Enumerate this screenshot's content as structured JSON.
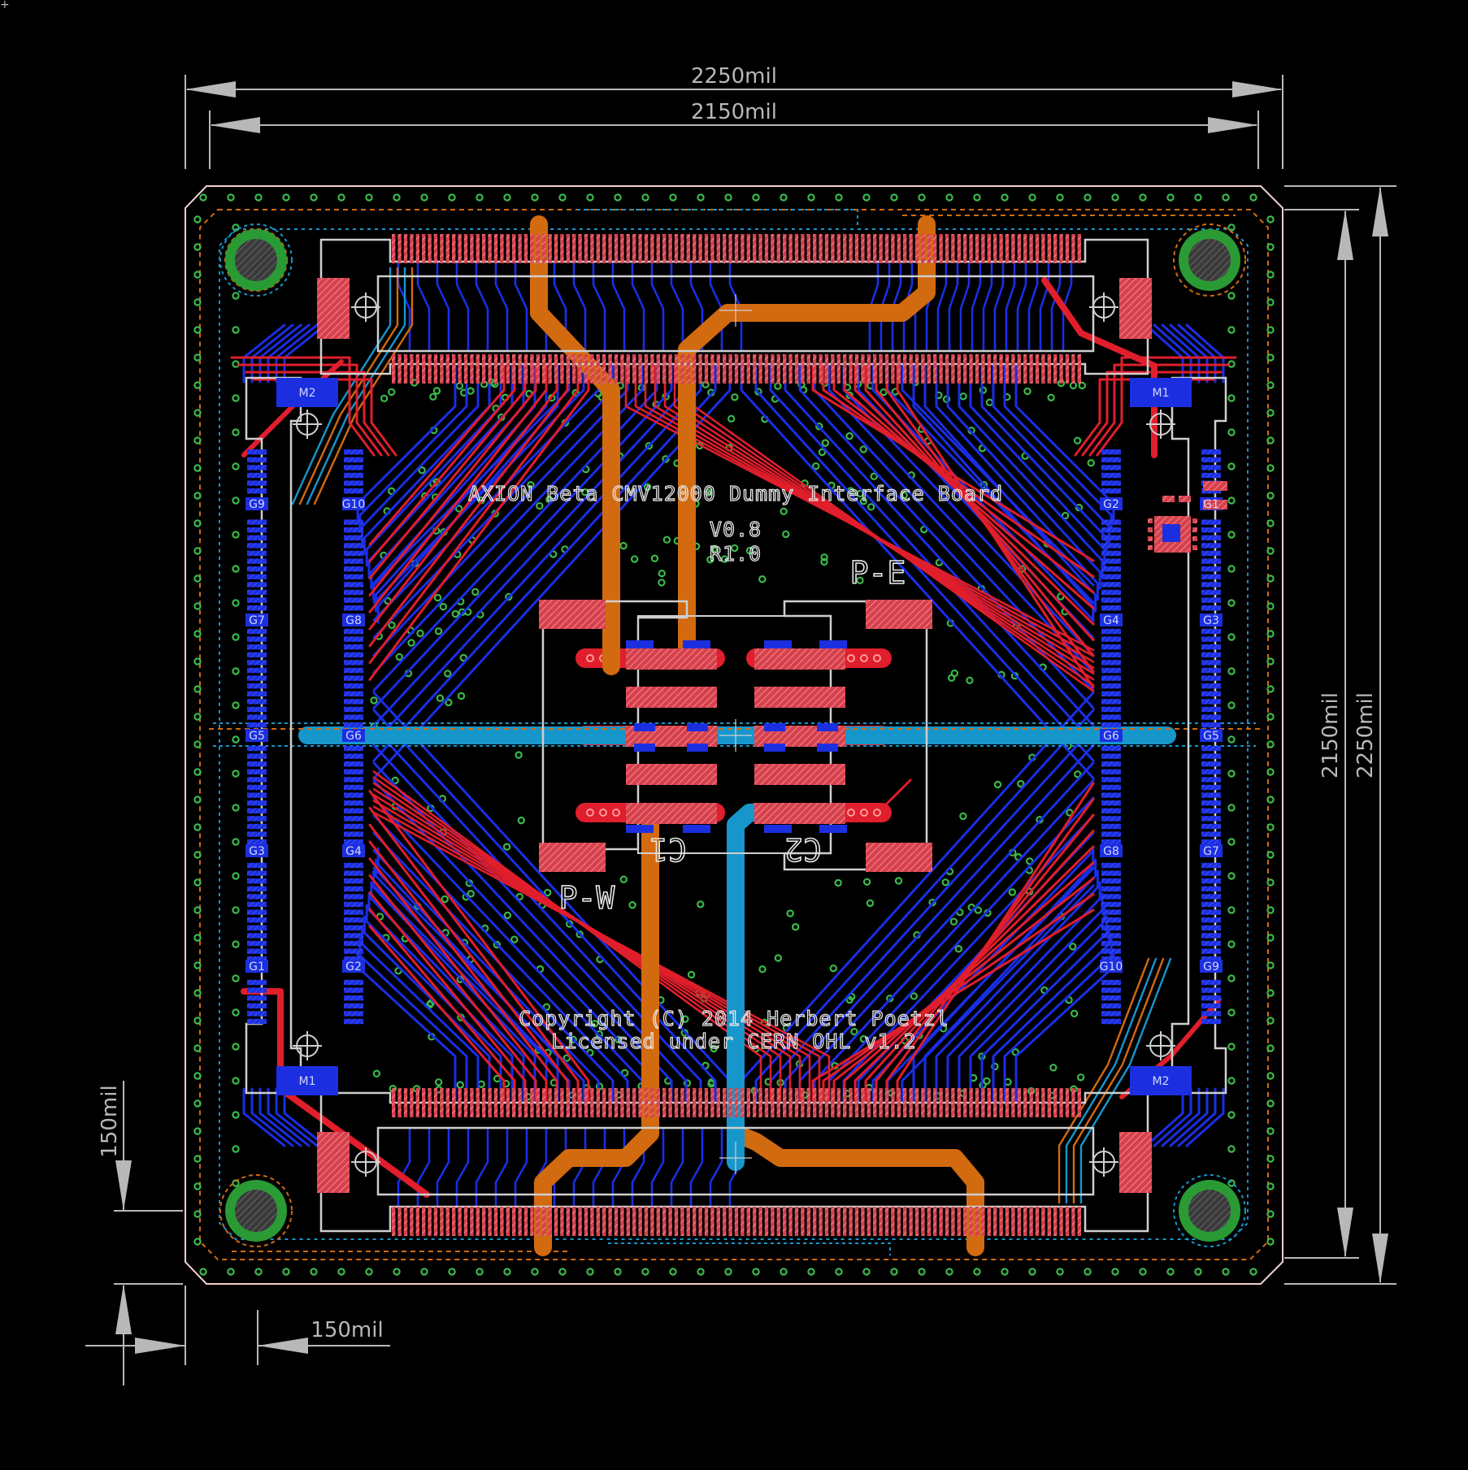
{
  "title": "AXION Beta CMV12000 Dummy Interface Board",
  "version": "V0.8",
  "revision": "R1.0",
  "copyright": "Copyright (C) 2014 Herbert Poetzl",
  "license": "Licensed under CERN OHL v1.2",
  "labels": {
    "east": "P-E",
    "west": "P-W",
    "c1": "C1",
    "c2": "C2",
    "m1": "M1",
    "m2": "M2"
  },
  "dimensions": {
    "outer_width": "2250mil",
    "inner_width": "2150mil",
    "inner_height": "2150mil",
    "outer_height": "2250mil",
    "hole_offset_x": "150mil",
    "hole_offset_y": "150mil"
  },
  "connectors": {
    "left_a_groups": [
      "G9",
      "G7",
      "G5",
      "G3",
      "G1"
    ],
    "left_b_groups": [
      "G10",
      "G8",
      "G6",
      "G4",
      "G2"
    ],
    "right_a_groups": [
      "G2",
      "G4",
      "G6",
      "G8",
      "G10"
    ],
    "right_b_groups": [
      "G1",
      "G3",
      "G5",
      "G7",
      "G9"
    ]
  },
  "colors": {
    "background": "#000000",
    "board_outline": "#f0d0d0",
    "top_copper": "#e01e2c",
    "bottom_copper": "#1a2ee6",
    "inner1": "#d26a10",
    "inner2": "#1796cc",
    "silkscreen": "#e6e6e6",
    "via": "#39b94a",
    "pad": "#d94b55",
    "dimension": "#b8b8b8"
  }
}
